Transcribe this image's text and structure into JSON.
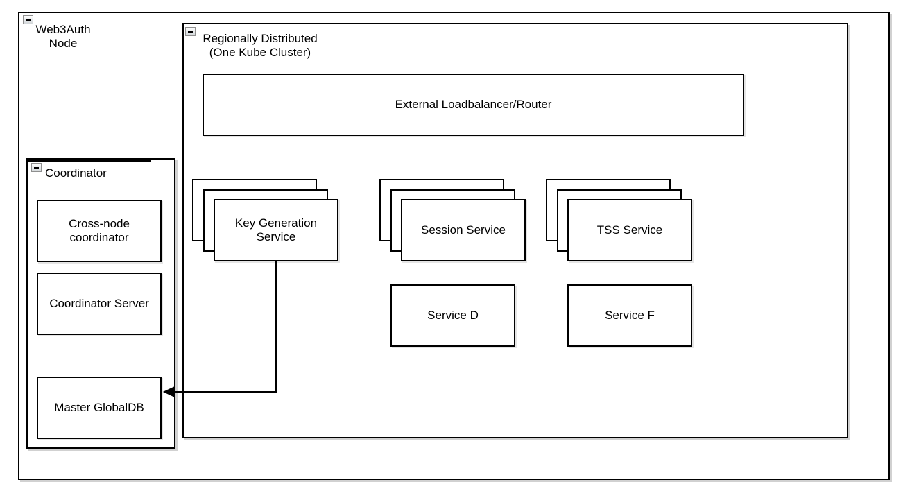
{
  "diagram": {
    "type": "architecture-diagram",
    "containers": {
      "web3auth_node": {
        "title": "Web3Auth\nNode",
        "collapse_state": "expanded"
      },
      "regionally_distributed": {
        "title": "Regionally Distributed\n(One Kube Cluster)",
        "collapse_state": "expanded"
      },
      "coordinator": {
        "title": "Coordinator",
        "collapse_state": "expanded"
      }
    },
    "nodes": {
      "external_loadbalancer": {
        "label": "External Loadbalancer/Router"
      },
      "key_generation_service": {
        "label": "Key Generation\nService",
        "stack_count": 3
      },
      "session_service": {
        "label": "Session Service",
        "stack_count": 3
      },
      "tss_service": {
        "label": "TSS Service",
        "stack_count": 3
      },
      "service_d": {
        "label": "Service D"
      },
      "service_f": {
        "label": "Service F"
      },
      "cross_node_coordinator": {
        "label": "Cross-node\ncoordinator"
      },
      "coordinator_server": {
        "label": "Coordinator Server"
      },
      "master_globaldb": {
        "label": "Master GlobalDB"
      }
    },
    "edges": [
      {
        "from": "Key Generation Service",
        "to": "Master GlobalDB",
        "style": "orthogonal",
        "arrowhead": "filled-left"
      }
    ],
    "colors": {
      "stroke": "#000000",
      "fill": "#ffffff",
      "text": "#000000",
      "shadow": "#cccccc"
    }
  }
}
